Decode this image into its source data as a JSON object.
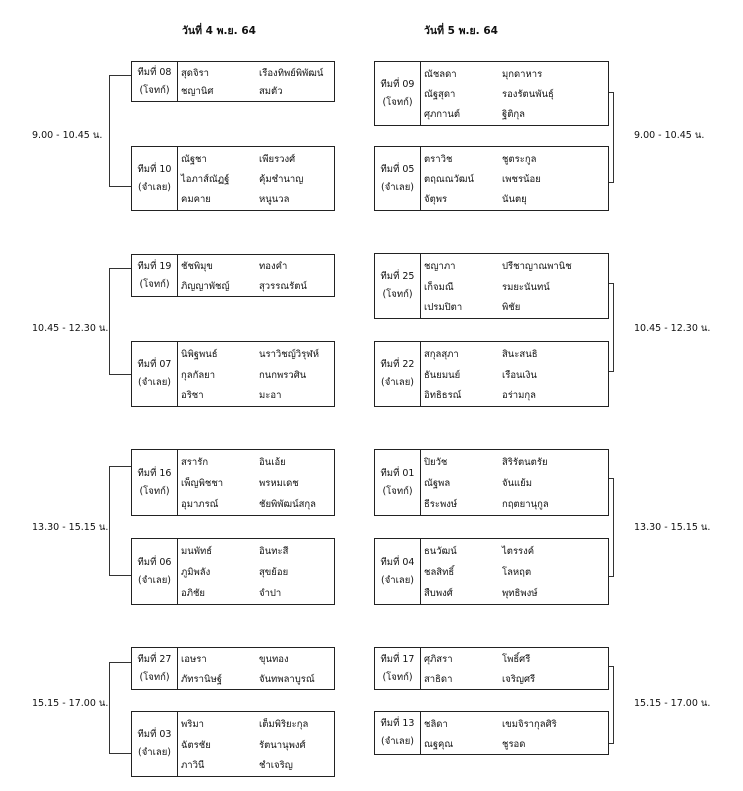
{
  "days": [
    "วันที่ 4 พ.ย. 64",
    "วันที่ 5 พ.ย. 64"
  ],
  "times": [
    "9.00 - 10.45 น.",
    "10.45 - 12.30 น.",
    "13.30 - 15.15 น.",
    "15.15 - 17.00 น."
  ],
  "teams": [
    {
      "no": "ทีมที่ 08",
      "role": "(โจทก์)",
      "members": [
        {
          "first": "สุดจิรา",
          "last": "เรืองทิพย์พิพัฒน์"
        },
        {
          "first": "ชญานิศ",
          "last": "สมตัว"
        }
      ]
    },
    {
      "no": "ทีมที่ 10",
      "role": "(จำเลย)",
      "members": [
        {
          "first": "ณัฐชา",
          "last": "เพียรวงศ์"
        },
        {
          "first": "ไอภาส์ณัฏฐ์",
          "last": "คุ้มชำนาญ"
        },
        {
          "first": "คมคาย",
          "last": "หนูนวล"
        }
      ]
    },
    {
      "no": "ทีมที่ 19",
      "role": "(โจทก์)",
      "members": [
        {
          "first": "ชัชพิมุข",
          "last": "ทองคำ"
        },
        {
          "first": "ภิญญาพัชญ์",
          "last": "สุวรรณรัตน์"
        }
      ]
    },
    {
      "no": "ทีมที่ 07",
      "role": "(จำเลย)",
      "members": [
        {
          "first": "นิพิฐพนธ์",
          "last": "นราวิชญ์วิรุฬห์"
        },
        {
          "first": "กุลกัลยา",
          "last": "กนกพรวศิน"
        },
        {
          "first": "อริชา",
          "last": "มะอา"
        }
      ]
    },
    {
      "no": "ทีมที่ 16",
      "role": "(โจทก์)",
      "members": [
        {
          "first": "สรารัก",
          "last": "อินเอ้ย"
        },
        {
          "first": "เพ็ญพิชชา",
          "last": "พรหมเดช"
        },
        {
          "first": "อุมาภรณ์",
          "last": "ชัยพิพัฒน์สกุล"
        }
      ]
    },
    {
      "no": "ทีมที่ 06",
      "role": "(จำเลย)",
      "members": [
        {
          "first": "มนพัทธ์",
          "last": "อินทะสี"
        },
        {
          "first": "ภูมิพลัง",
          "last": "สุขย้อย"
        },
        {
          "first": "อภิชัย",
          "last": "จำปา"
        }
      ]
    },
    {
      "no": "ทีมที่ 27",
      "role": "(โจทก์)",
      "members": [
        {
          "first": "เอษรา",
          "last": "ขุนทอง"
        },
        {
          "first": "ภัทรานิษฐ์",
          "last": "จันทพลาบูรณ์"
        }
      ]
    },
    {
      "no": "ทีมที่ 03",
      "role": "(จำเลย)",
      "members": [
        {
          "first": "พริมา",
          "last": "เต็มพิริยะกุล"
        },
        {
          "first": "ฉัตรชัย",
          "last": "รัตนานุพงศ์"
        },
        {
          "first": "ภาวินี",
          "last": "ชำเจริญ"
        }
      ]
    },
    {
      "no": "ทีมที่ 09",
      "role": "(โจทก์)",
      "members": [
        {
          "first": "ณัชลดา",
          "last": "มุกดาหาร"
        },
        {
          "first": "ณัฐสุดา",
          "last": "รองรัตนพันธุ์"
        },
        {
          "first": "ศุภกานต์",
          "last": "ฐิติกุล"
        }
      ]
    },
    {
      "no": "ทีมที่ 05",
      "role": "(จำเลย)",
      "members": [
        {
          "first": "ตราวิช",
          "last": "ชูตระกูล"
        },
        {
          "first": "ตฤณณวัฒน์",
          "last": "เพชรน้อย"
        },
        {
          "first": "จัตุพร",
          "last": "นันตยุ"
        }
      ]
    },
    {
      "no": "ทีมที่ 25",
      "role": "(โจทก์)",
      "members": [
        {
          "first": "ชญาภา",
          "last": "ปรีชาญาณพานิช"
        },
        {
          "first": "เก็จมณี",
          "last": "รมยะนันทน์"
        },
        {
          "first": "เปรมปิตา",
          "last": "พิชัย"
        }
      ]
    },
    {
      "no": "ทีมที่ 22",
      "role": "(จำเลย)",
      "members": [
        {
          "first": "สกุลสุภา",
          "last": "สินะสนธิ"
        },
        {
          "first": "ธันยมนย์",
          "last": "เรือนเงิน"
        },
        {
          "first": "อิทธิธรณ์",
          "last": "อร่ามกุล"
        }
      ]
    },
    {
      "no": "ทีมที่ 01",
      "role": "(โจทก์)",
      "members": [
        {
          "first": "ปิยวัช",
          "last": "สิริรัตนตรัย"
        },
        {
          "first": "ณัฐพล",
          "last": "จันแย้ม"
        },
        {
          "first": "ธีระพงษ์",
          "last": "กฤตยานุกูล"
        }
      ]
    },
    {
      "no": "ทีมที่ 04",
      "role": "(จำเลย)",
      "members": [
        {
          "first": "ธนวัฒน์",
          "last": "ไตรรงค์"
        },
        {
          "first": "ชลสิทธิ์",
          "last": "โลหฤต"
        },
        {
          "first": "สืบพงศ์",
          "last": "พุทธิพงษ์"
        }
      ]
    },
    {
      "no": "ทีมที่ 17",
      "role": "(โจทก์)",
      "members": [
        {
          "first": "ศุภิสรา",
          "last": "โพธิ์ศรี"
        },
        {
          "first": "สาธิดา",
          "last": "เจริญศรี"
        }
      ]
    },
    {
      "no": "ทีมที่ 13",
      "role": "(จำเลย)",
      "members": [
        {
          "first": "ชลิดา",
          "last": "เขมจิรากุลศิริ"
        },
        {
          "first": "ณฐคุณ",
          "last": "ชูรอด"
        }
      ]
    }
  ]
}
